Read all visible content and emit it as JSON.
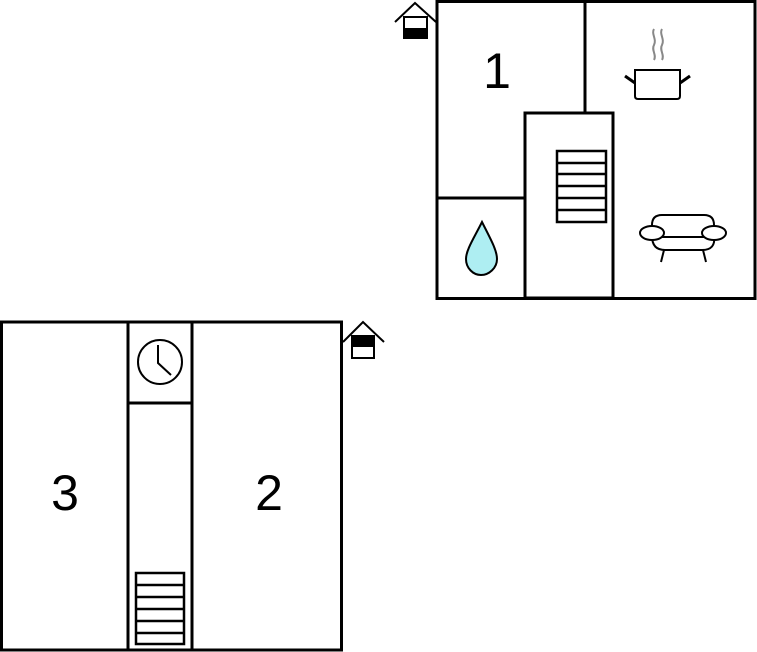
{
  "floors": [
    {
      "name": "upper-floor",
      "rooms": [
        {
          "label": "1",
          "type": "bedroom"
        }
      ],
      "icons": [
        "entrance-house-icon",
        "cooking-pot-icon",
        "stairs-icon",
        "water-drop-icon",
        "sofa-icon"
      ]
    },
    {
      "name": "lower-floor",
      "rooms": [
        {
          "label": "3",
          "type": "bedroom"
        },
        {
          "label": "2",
          "type": "bedroom"
        }
      ],
      "icons": [
        "entrance-house-icon",
        "clock-icon",
        "stairs-icon"
      ]
    }
  ],
  "colors": {
    "wall": "#000000",
    "water": "#aeeef2",
    "steam": "#888888"
  }
}
